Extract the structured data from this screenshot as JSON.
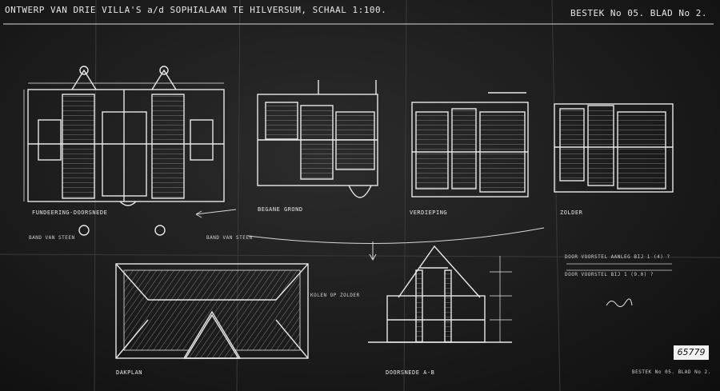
{
  "title": "ONTWERP VAN DRIE VILLA'S a/d SOPHIALAAN TE HILVERSUM, SCHAAL 1:100.",
  "sheet_number": "BESTEK No 05. BLAD No 2.",
  "views": {
    "foundation": "FUNDEERING-DOORSNEDE",
    "ground_floor": "BEGANE GROND",
    "first_floor": "VERDIEPING",
    "attic": "ZOLDER",
    "roof": "DAKPLAN",
    "section": "DOORSNEDE A-B"
  },
  "notes": {
    "left_1": "BAND VAN STEEN",
    "left_2": "BAND VAN STEEN",
    "right_1": "DOOR VOORSTEL AANLEG BIJ 1 (4) ?",
    "right_2": "DOOR VOORSTEL BIJ 1 (9.0) ?",
    "roof_side": "KOLEN OP ZOLDER"
  },
  "archive_number": "65779",
  "footer_note": "BESTEK No 05. BLAD No 2.",
  "colors": {
    "paper": "#1c1c1c",
    "line": "#e8e8e8",
    "stamp": "#f2f2f2"
  }
}
